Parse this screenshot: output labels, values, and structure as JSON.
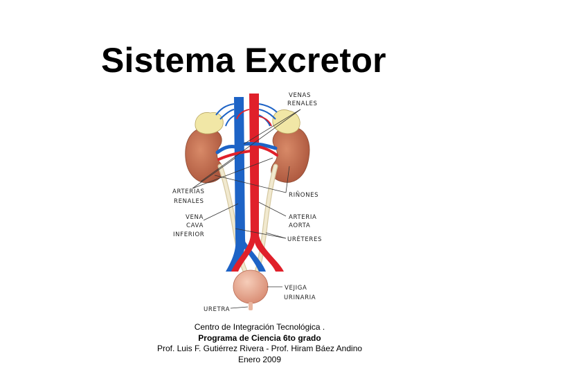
{
  "title": "Sistema Excretor",
  "diagram": {
    "labels": {
      "venas_renales_1": "VENAS",
      "venas_renales_2": "RENALES",
      "arterias_renales_1": "ARTERIAS",
      "arterias_renales_2": "RENALES",
      "rinones": "RIÑONES",
      "vena_cava_1": "VENA",
      "vena_cava_2": "CAVA",
      "vena_cava_3": "INFERIOR",
      "arteria_aorta_1": "ARTERIA",
      "arteria_aorta_2": "AORTA",
      "ureteres": "URÉTERES",
      "vejiga_1": "VEJIGA",
      "vejiga_2": "URINARIA",
      "uretra": "URETRA"
    },
    "colors": {
      "artery": "#e0202a",
      "vein": "#1d63c6",
      "kidney": "#c9714f",
      "adrenal": "#f1e7a6",
      "ureter": "#efe6c9",
      "bladder": "#e9ad95"
    }
  },
  "footer": {
    "line1": "Centro de Integración Tecnológica .",
    "line2": "Programa de Ciencia 6to grado",
    "line3": "Prof. Luis F. Gutiérrez Rivera - Prof. Hiram Báez Andino",
    "line4": "Enero 2009"
  }
}
